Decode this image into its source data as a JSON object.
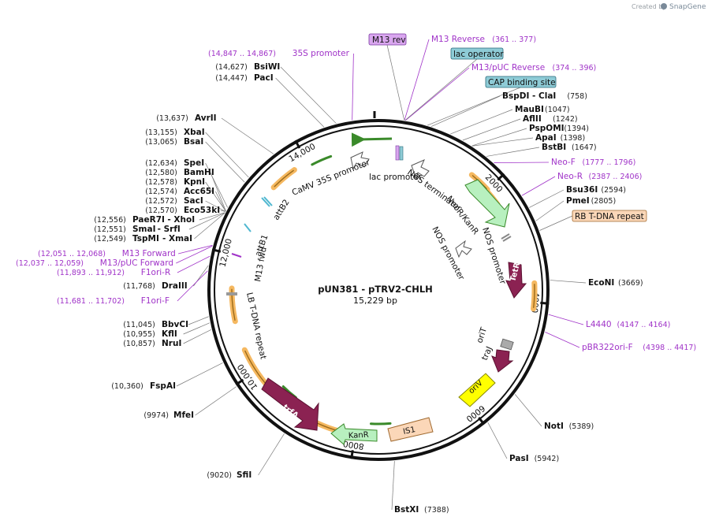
{
  "credit": {
    "prefix": "Created by",
    "brand": "SnapGene"
  },
  "map": {
    "title": "pUN381 - pTRV2-CHLH",
    "length": "15,229 bp",
    "ticks": [
      "2000",
      "4000",
      "6000",
      "8000",
      "10,000",
      "12,000",
      "14,000"
    ]
  },
  "restriction_sites": [
    {
      "id": "bsiwi",
      "name": "BsiWI",
      "pos": "(14,627)"
    },
    {
      "id": "paci",
      "name": "PacI",
      "pos": "(14,447)"
    },
    {
      "id": "avrii",
      "name": "AvrII",
      "pos": "(13,637)"
    },
    {
      "id": "xbai",
      "name": "XbaI",
      "pos": "(13,155)"
    },
    {
      "id": "bsai",
      "name": "BsaI",
      "pos": "(13,065)"
    },
    {
      "id": "spei",
      "name": "SpeI",
      "pos": "(12,634)"
    },
    {
      "id": "bamhi",
      "name": "BamHI",
      "pos": "(12,580)"
    },
    {
      "id": "kpni",
      "name": "KpnI",
      "pos": "(12,578)"
    },
    {
      "id": "acc65i",
      "name": "Acc65I",
      "pos": "(12,574)"
    },
    {
      "id": "saci",
      "name": "SacI",
      "pos": "(12,572)"
    },
    {
      "id": "eco53ki",
      "name": "Eco53kI",
      "pos": "(12,570)"
    },
    {
      "id": "paer7i",
      "name": "PaeR7I",
      "pos": "(12,556)",
      "extra": "- XhoI"
    },
    {
      "id": "smai",
      "name": "SmaI",
      "pos": "(12,551)",
      "extra": "- SrfI"
    },
    {
      "id": "tspmi",
      "name": "TspMI",
      "pos": "(12,549)",
      "extra": "- XmaI"
    },
    {
      "id": "draiii",
      "name": "DraIII",
      "pos": "(11,768)"
    },
    {
      "id": "bbvci",
      "name": "BbvCI",
      "pos": "(11,045)"
    },
    {
      "id": "kflii",
      "name": "KflI",
      "pos": "(10,955)"
    },
    {
      "id": "nrui",
      "name": "NruI",
      "pos": "(10,857)"
    },
    {
      "id": "fspai",
      "name": "FspAI",
      "pos": "(10,360)"
    },
    {
      "id": "mfei",
      "name": "MfeI",
      "pos": "(9974)"
    },
    {
      "id": "sfii",
      "name": "SfiI",
      "pos": "(9020)"
    },
    {
      "id": "bstxi",
      "name": "BstXI",
      "pos": "(7388)"
    },
    {
      "id": "pasi",
      "name": "PasI",
      "pos": "(5942)"
    },
    {
      "id": "noti",
      "name": "NotI",
      "pos": "(5389)"
    },
    {
      "id": "econi",
      "name": "EcoNI",
      "pos": "(3669)"
    },
    {
      "id": "pmei",
      "name": "PmeI",
      "pos": "(2805)"
    },
    {
      "id": "bsu36i",
      "name": "Bsu36I",
      "pos": "(2594)"
    },
    {
      "id": "bstbi",
      "name": "BstBI",
      "pos": "(1647)"
    },
    {
      "id": "apai",
      "name": "ApaI",
      "pos": "(1398)"
    },
    {
      "id": "pspomi",
      "name": "PspOMI",
      "pos": "(1394)"
    },
    {
      "id": "aflii",
      "name": "AflII",
      "pos": "(1242)"
    },
    {
      "id": "maubi",
      "name": "MauBI",
      "pos": "(1047)"
    },
    {
      "id": "bspdi",
      "name": "BspDI",
      "pos": "(758)",
      "extra": "- ClaI"
    }
  ],
  "feature_labels": [
    {
      "id": "35s",
      "name": "35S promoter",
      "pos": "(14,847 .. 14,867)"
    },
    {
      "id": "m13rev2",
      "name": "M13 Reverse",
      "pos": "(361 .. 377)"
    },
    {
      "id": "m13puc",
      "name": "M13/pUC Reverse",
      "pos": "(374 .. 396)"
    },
    {
      "id": "neof",
      "name": "Neo-F",
      "pos": "(1777 .. 1796)"
    },
    {
      "id": "neor",
      "name": "Neo-R",
      "pos": "(2387 .. 2406)"
    },
    {
      "id": "l4440",
      "name": "L4440",
      "pos": "(4147 .. 4164)"
    },
    {
      "id": "pbr",
      "name": "pBR322ori-F",
      "pos": "(4398 .. 4417)"
    },
    {
      "id": "m13fwd",
      "name": "M13 Forward",
      "pos": "(12,051 .. 12,068)"
    },
    {
      "id": "m13pucf",
      "name": "M13/pUC Forward",
      "pos": "(12,037 .. 12,059)"
    },
    {
      "id": "f1orir",
      "name": "F1ori-R",
      "pos": "(11,893 .. 11,912)"
    },
    {
      "id": "f1orif",
      "name": "F1ori-F",
      "pos": "(11,681 .. 11,702)"
    }
  ],
  "tag_labels": [
    {
      "id": "m13rev",
      "text": "M13 rev",
      "color": "#d9a6ef"
    },
    {
      "id": "lacop",
      "text": "lac operator",
      "color": "#8ecbd6"
    },
    {
      "id": "cap",
      "text": "CAP binding site",
      "color": "#8ecbd6"
    },
    {
      "id": "rbt",
      "text": "RB T-DNA repeat",
      "color": "#fbd7b8"
    }
  ],
  "inner_labels": {
    "camv": "CaMV 35S promoter",
    "lacpro": "lac promoter",
    "nost1": "NOS terminator",
    "neokan": "NeoR/KanR",
    "nospro1": "NOS promoter",
    "nospro2": "NOS promoter",
    "attb2": "attB2",
    "attb1": "attB1",
    "m13fwd": "M13 fwd",
    "lbt": "LB T-DNA repeat",
    "orit": "oriT",
    "traj": "traJ"
  },
  "box_features": {
    "tetr": "TetR",
    "oriv": "oriV",
    "is1": "IS1",
    "kanr": "KanR",
    "trfa": "trfA"
  }
}
